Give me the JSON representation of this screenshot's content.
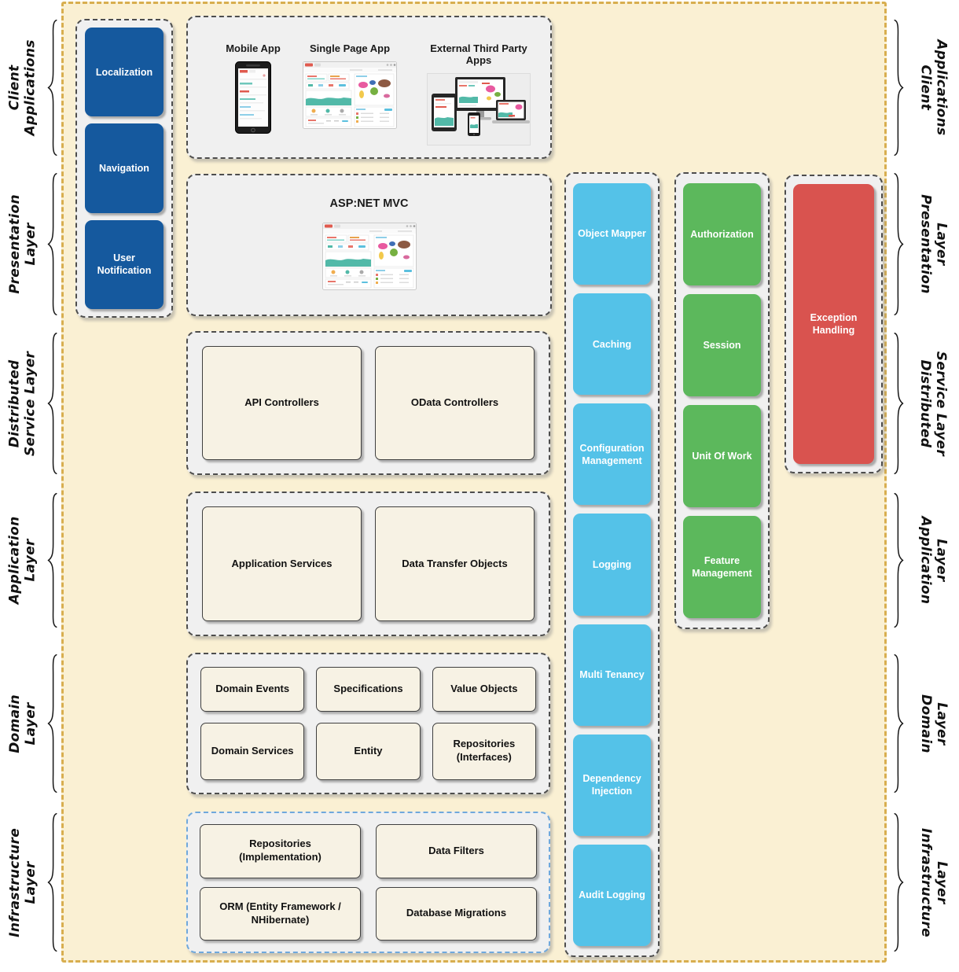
{
  "layers": [
    {
      "line1": "Client",
      "line2": "Applications"
    },
    {
      "line1": "Presentation",
      "line2": "Layer"
    },
    {
      "line1": "Distributed",
      "line2": "Service Layer"
    },
    {
      "line1": "Application",
      "line2": "Layer"
    },
    {
      "line1": "Domain",
      "line2": "Layer"
    },
    {
      "line1": "Infrastructure",
      "line2": "Layer"
    }
  ],
  "sidebar": {
    "boxes": [
      "Localization",
      "Navigation",
      "User Notification"
    ]
  },
  "client_apps": {
    "labels": [
      "Mobile App",
      "Single Page App",
      "External Third Party Apps"
    ]
  },
  "presentation": {
    "title": "ASP:NET MVC"
  },
  "distributed_service": {
    "boxes": [
      "API Controllers",
      "OData Controllers"
    ]
  },
  "application": {
    "boxes": [
      "Application Services",
      "Data Transfer Objects"
    ]
  },
  "domain": {
    "boxes": [
      "Domain Events",
      "Specifications",
      "Value Objects",
      "Domain Services",
      "Entity",
      "Repositories (Interfaces)"
    ]
  },
  "infrastructure": {
    "boxes": [
      "Repositories (Implementation)",
      "Data Filters",
      "ORM (Entity Framework / NHibernate)",
      "Database Migrations"
    ]
  },
  "cross_cutting": {
    "boxes": [
      "Object Mapper",
      "Caching",
      "Configuration Management",
      "Logging",
      "Multi Tenancy",
      "Dependency Injection",
      "Audit Logging"
    ]
  },
  "security": {
    "boxes": [
      "Authorization",
      "Session",
      "Unit Of Work",
      "Feature Management"
    ]
  },
  "exception": {
    "boxes": [
      "Exception Handling"
    ]
  },
  "colors": {
    "canvas": "#FAF0D3",
    "outer_border": "#D8AE4F",
    "panel": "#F0F0F0",
    "blue": "#15599E",
    "cyan": "#54C2E8",
    "green": "#5CB85C",
    "red": "#D9534F",
    "cream": "#F7F2E4",
    "infra_border": "#6FA8DC"
  }
}
